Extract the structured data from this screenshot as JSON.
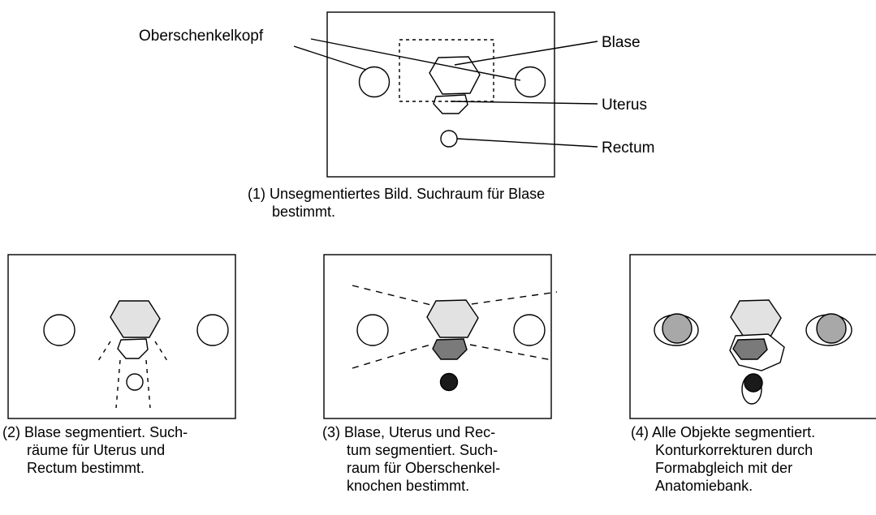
{
  "labels": {
    "femoral_head": "Oberschenkelkopf",
    "bladder": "Blase",
    "uterus": "Uterus",
    "rectum": "Rectum"
  },
  "captions": {
    "panel1": [
      "(1) Unsegmentiertes Bild. Suchraum für Blase",
      "bestimmt."
    ],
    "panel2": [
      "(2) Blase segmentiert. Such-",
      "räume für Uterus und",
      "Rectum bestimmt."
    ],
    "panel3": [
      "(3) Blase, Uterus und Rec-",
      "tum segmentiert. Such-",
      "raum für Oberschenkel-",
      "knochen bestimmt."
    ],
    "panel4": [
      "(4) Alle Objekte segmentiert.",
      "Konturkorrekturen durch",
      "Formabgleich mit der",
      "Anatomiebank."
    ]
  },
  "colors": {
    "bladder_fill": "#e2e2e2",
    "uterus_fill": "#7a7a7a",
    "rectum_fill": "#1a1a1a",
    "femoral_fill": "#a8a8a8"
  }
}
